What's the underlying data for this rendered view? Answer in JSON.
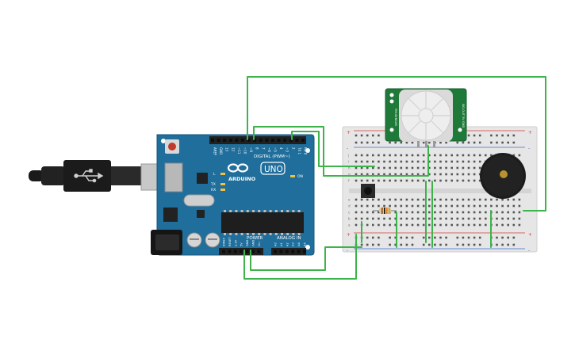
{
  "colors": {
    "background": "#ffffff",
    "wire": "#3cb44a",
    "arduino_board": "#1f6e9c",
    "arduino_dark": "#15577d",
    "header": "#202020",
    "breadboard": "#e6e6e6",
    "rail_red": "#d63a3a",
    "rail_blue": "#3a6bd6",
    "pir_board": "#1f7a3a",
    "pir_dome": "#eeeeee",
    "buzzer": "#1c1c1c",
    "button": "#2a2a2a",
    "resistor": "#e0c89a"
  },
  "arduino": {
    "logo": "ARDUINO",
    "model": "UNO",
    "digital_label": "DIGITAL (PWM~)",
    "power_label": "POWER",
    "analog_label": "ANALOG IN",
    "on_label": "ON",
    "tx_label": "TX",
    "rx_label": "RX",
    "l_label": "L",
    "digital_pins": [
      "AREF",
      "GND",
      "13",
      "12",
      "~11",
      "~10",
      "~9",
      "8",
      "7",
      "~6",
      "~5",
      "4",
      "~3",
      "2",
      "TX 1",
      "RX 0"
    ],
    "power_pins": [
      "IOREF",
      "RESET",
      "3.3V",
      "5V",
      "GND",
      "GND",
      "Vin"
    ],
    "analog_pins": [
      "A0",
      "A1",
      "A2",
      "A3",
      "A4",
      "A5"
    ]
  },
  "pir": {
    "label_left": "PIR-SENSOR",
    "label_right": "SIG-OUT 5V GND"
  },
  "breadboard": {
    "rail_plus": "+",
    "rail_minus": "-",
    "row_letters": [
      "a",
      "b",
      "c",
      "d",
      "e",
      "f",
      "g",
      "h",
      "i",
      "j"
    ]
  },
  "components": {
    "usb_icon": "usb-plug-icon",
    "power_jack_icon": "dc-jack-icon",
    "buzzer_icon": "piezo-buzzer-icon",
    "button_icon": "pushbutton-icon",
    "resistor_icon": "resistor-icon"
  }
}
